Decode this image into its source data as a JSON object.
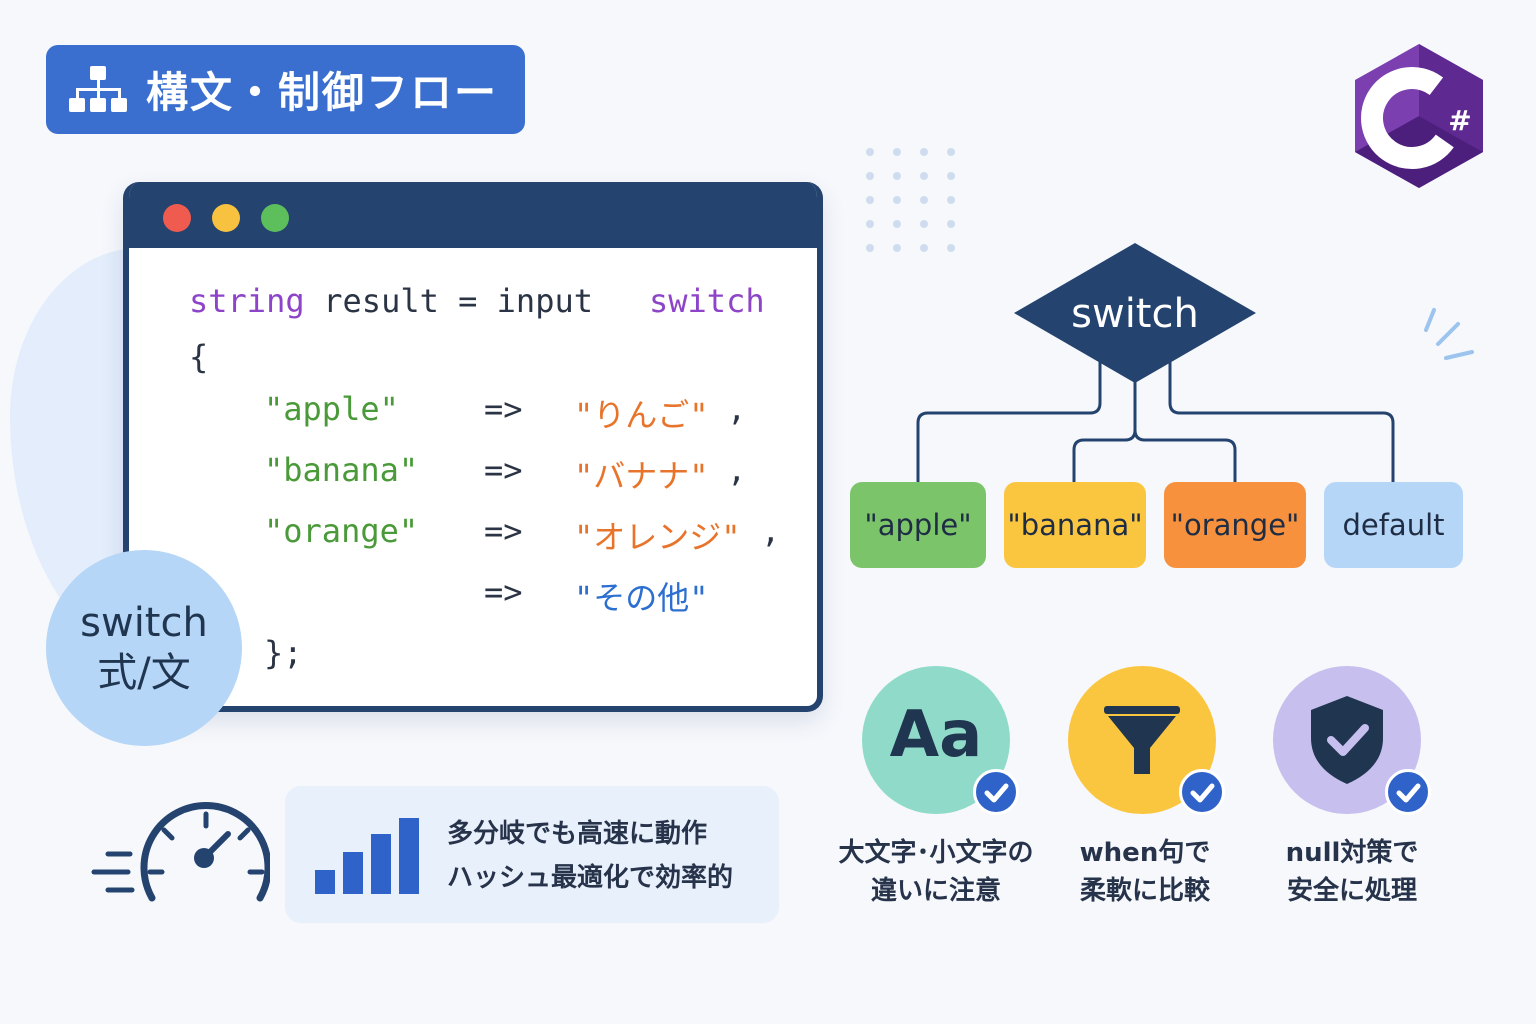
{
  "header": {
    "title": "構文・制御フロー",
    "icon": "hierarchy-icon"
  },
  "brand": {
    "logo_text": "#",
    "logo_name": "csharp-logo"
  },
  "code": {
    "line1": {
      "type_kw": "string",
      "mid": " result = input ",
      "switch_kw": "switch"
    },
    "open_brace": "{",
    "cases": [
      {
        "key": "\"apple\"",
        "arrow": "=>",
        "value": "\"りんご\"",
        "sep": ","
      },
      {
        "key": "\"banana\"",
        "arrow": "=>",
        "value": "\"バナナ\"",
        "sep": ","
      },
      {
        "key": "\"orange\"",
        "arrow": "=>",
        "value": "\"オレンジ\"",
        "sep": ","
      },
      {
        "key": "",
        "arrow": "=>",
        "value": "\"その他\"",
        "sep": ""
      }
    ],
    "close_brace": "};"
  },
  "switch_badge": {
    "line1": "switch",
    "line2": "式/文"
  },
  "diagram": {
    "root": "switch",
    "branches": [
      "\"apple\"",
      "\"banana\"",
      "\"orange\"",
      "default"
    ]
  },
  "features": [
    {
      "icon": "text-case-icon",
      "icon_text": "Aa",
      "line1": "大文字･小文字の",
      "line2": "違いに注意"
    },
    {
      "icon": "filter-funnel-icon",
      "line1": "when句で",
      "line2": "柔軟に比較"
    },
    {
      "icon": "shield-check-icon",
      "line1": "null対策で",
      "line2": "安全に処理"
    }
  ],
  "performance": {
    "line1": "多分岐でも高速に動作",
    "line2": "ハッシュ最適化で効率的",
    "icon": "speedometer-icon",
    "chart_icon": "bar-chart-icon"
  },
  "colors": {
    "primary": "#3a6fcf",
    "navy": "#24436f",
    "green": "#7cc46a",
    "yellow": "#fbc63f",
    "orange": "#f7913d",
    "light_blue": "#b6d6f7",
    "purple": "#7b3fb0"
  }
}
